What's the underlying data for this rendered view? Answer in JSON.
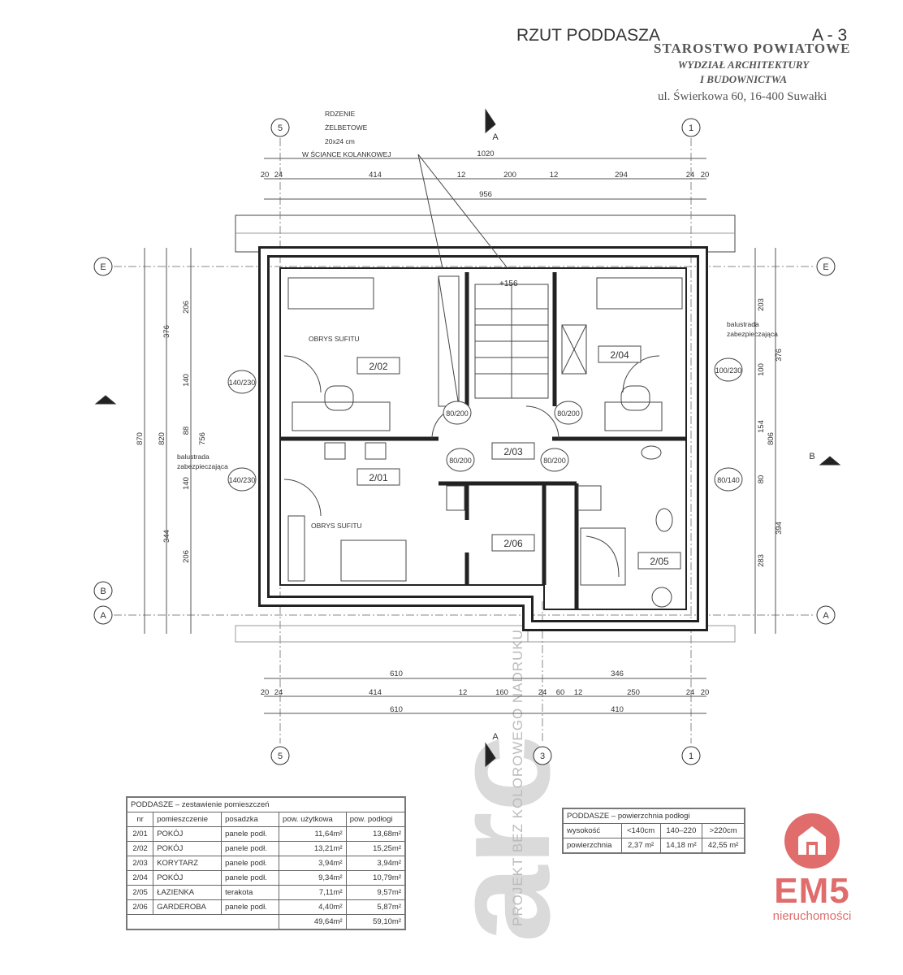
{
  "header": {
    "title": "RZUT PODDASZA",
    "sheet": "A - 3"
  },
  "stamp": {
    "line1": "STAROSTWO POWIATOWE",
    "line2": "WYDZIAŁ ARCHITEKTURY",
    "line3": "I BUDOWNICTWA",
    "line4": "ul. Świerkowa 60, 16-400 Suwałki"
  },
  "notes": {
    "cores": [
      "RDZENIE",
      "ŻELBETOWE",
      "20x24 cm",
      "W ŚCIANCE KOLANKOWEJ"
    ],
    "ceiling_outline": "OBRYS SUFITU",
    "balustrade": [
      "balustrada",
      "zabezpieczająca"
    ],
    "level": "+156",
    "section": "A",
    "section_b": "B"
  },
  "axes": {
    "top": [
      "5",
      "1"
    ],
    "bottom": [
      "5",
      "3",
      "1"
    ],
    "side": [
      "E",
      "B",
      "A"
    ]
  },
  "dimensions": {
    "top_total": "1020",
    "top_inner": "956",
    "top_chain": [
      "20",
      "24",
      "414",
      "12",
      "200",
      "12",
      "294",
      "24",
      "20"
    ],
    "bottom_row1": [
      "610",
      "346"
    ],
    "bottom_chain": [
      "20",
      "24",
      "414",
      "12",
      "160",
      "24",
      "60",
      "12",
      "250",
      "24",
      "20"
    ],
    "bottom_row3": [
      "610",
      "410"
    ],
    "left_total": "870",
    "left_mid": "820",
    "left_inner": "756",
    "left_chain": [
      "206",
      "376",
      "140",
      "88",
      "140",
      "344",
      "206"
    ],
    "right_total": "806",
    "right_chain": [
      "203",
      "376",
      "100",
      "154",
      "80",
      "394",
      "283"
    ]
  },
  "rooms_on_plan": [
    "2/01",
    "2/02",
    "2/03",
    "2/04",
    "2/05",
    "2/06"
  ],
  "window_tags": [
    "140/230",
    "140/230",
    "100/230",
    "80/140",
    "80/200",
    "80/200",
    "80/200",
    "80/200"
  ],
  "rooms_table": {
    "title": "PODDASZE  –  zestawienie pomieszczeń",
    "headers": [
      "nr",
      "pomieszczenie",
      "posadzka",
      "pow. użytkowa",
      "pow. podłogi"
    ],
    "rows": [
      [
        "2/01",
        "POKÓJ",
        "panele podł.",
        "11,64m²",
        "13,68m²"
      ],
      [
        "2/02",
        "POKÓJ",
        "panele podł.",
        "13,21m²",
        "15,25m²"
      ],
      [
        "2/03",
        "KORYTARZ",
        "panele podł.",
        "3,94m²",
        "3,94m²"
      ],
      [
        "2/04",
        "POKÓJ",
        "panele podł.",
        "9,34m²",
        "10,79m²"
      ],
      [
        "2/05",
        "ŁAZIENKA",
        "terakota",
        "7,11m²",
        "9,57m²"
      ],
      [
        "2/06",
        "GARDEROBA",
        "panele podł.",
        "4,40m²",
        "5,87m²"
      ]
    ],
    "totals": [
      "49,64m²",
      "59,10m²"
    ]
  },
  "area_table": {
    "title": "PODDASZE  –  powierzchnia podłogi",
    "headers": [
      "wysokość",
      "<140cm",
      "140–220",
      ">220cm"
    ],
    "row": [
      "powierzchnia",
      "2,37 m²",
      "14,18 m²",
      "42,55 m²"
    ]
  },
  "watermark": {
    "text": "arc",
    "vertical": "PROJEKT BEZ KOLOROWEGO NADRUKU"
  },
  "logo": {
    "brand": "EM5",
    "tagline": "nieruchomości",
    "color": "#e06c6c"
  }
}
